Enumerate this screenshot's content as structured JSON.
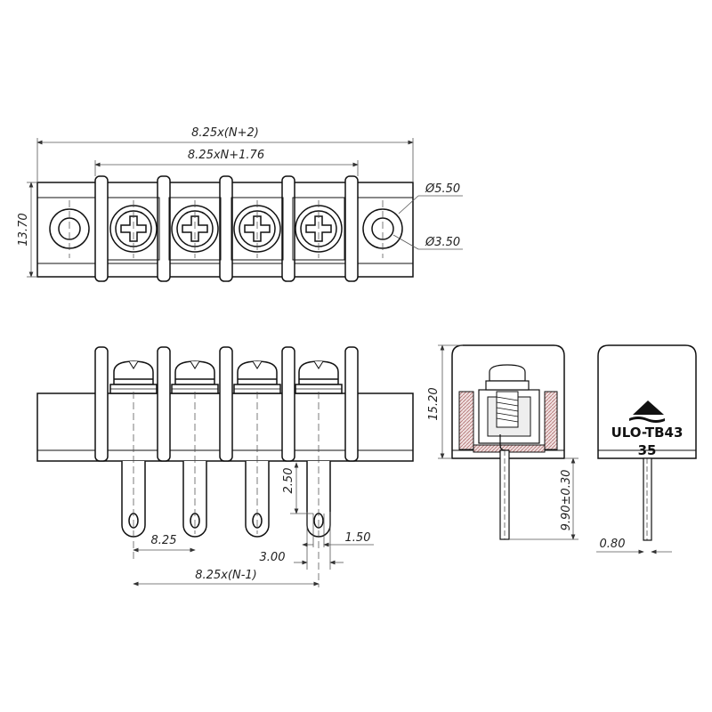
{
  "dimensions": {
    "overall_width": "8.25x(N+2)",
    "inner_width": "8.25xN+1.76",
    "height": "13.70",
    "outer_diameter": "Ø5.50",
    "inner_diameter": "Ø3.50",
    "side_height": "15.20",
    "pitch": "8.25",
    "pin_span": "8.25x(N-1)",
    "pin_width": "3.00",
    "pin_slot": "1.50",
    "pin_offset": "2.50",
    "pin_length": "9.90±0.30",
    "pin_thickness": "0.80"
  },
  "product": {
    "model": "ULO-TB43",
    "code": "35"
  },
  "colors": {
    "line": "#111111",
    "dim": "#555555",
    "hatch": "#c8a0a0"
  }
}
